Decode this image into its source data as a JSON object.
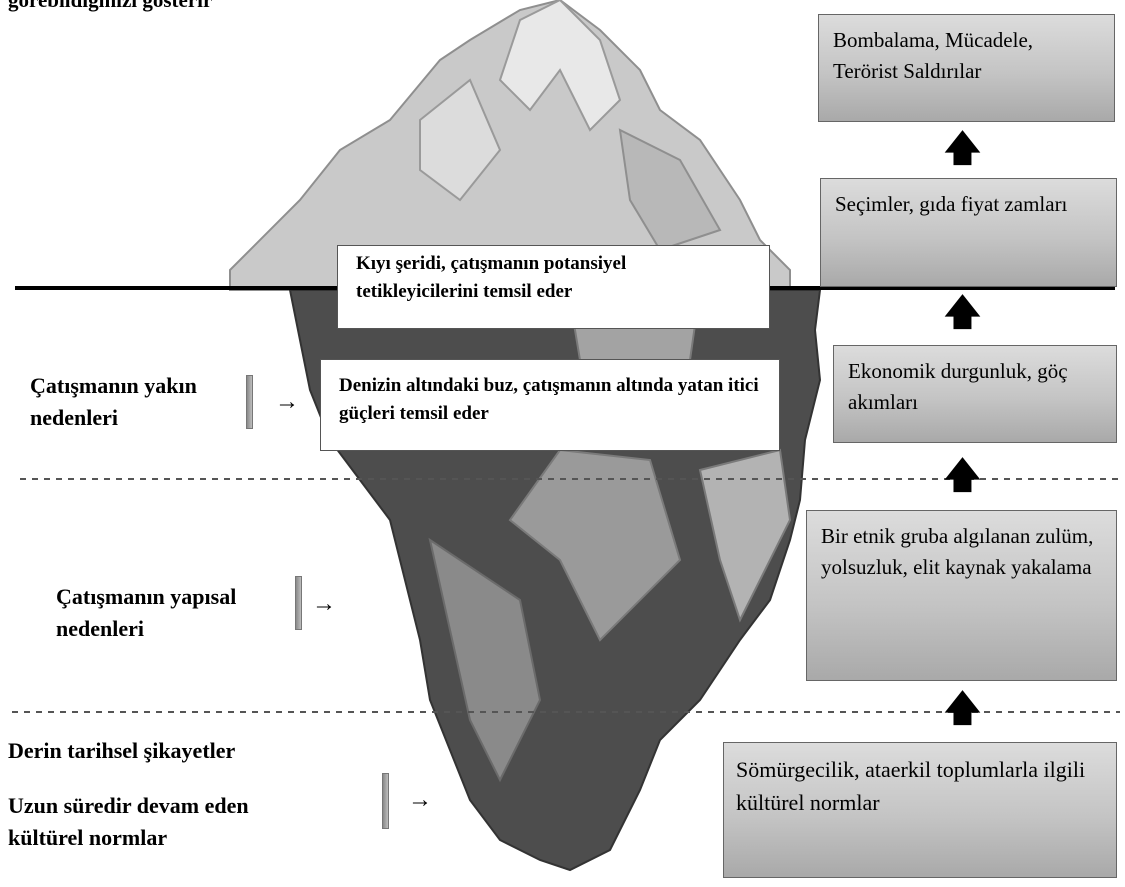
{
  "header": {
    "text": "görebildiğinizi gösterir"
  },
  "callouts": {
    "waterline": "Kıyı şeridi, çatışmanın potansiyel tetikleyicilerini temsil eder",
    "underwater": "Denizin altındaki buz, çatışmanın altında yatan itici güçleri temsil eder"
  },
  "left_labels": {
    "proximate": "Çatışmanın yakın nedenleri",
    "structural": "Çatışmanın yapısal nedenleri",
    "deep_1": "Derin tarihsel şikayetler",
    "deep_2": "Uzun süredir devam eden kültürel normlar"
  },
  "right_boxes": [
    {
      "text": "Bombalama, Mücadele, Terörist Saldırılar"
    },
    {
      "text": "Seçimler, gıda fiyat zamları"
    },
    {
      "text": "Ekonomik durgunluk, göç akımları"
    },
    {
      "text": "Bir etnik gruba algılanan zulüm, yolsuzluk, elit kaynak yakalama"
    },
    {
      "text": "Sömürgecilik, ataerkil toplumlarla ilgili kültürel normlar"
    }
  ],
  "glyphs": {
    "up_arrow": "🡅",
    "right_arrow": "→"
  }
}
